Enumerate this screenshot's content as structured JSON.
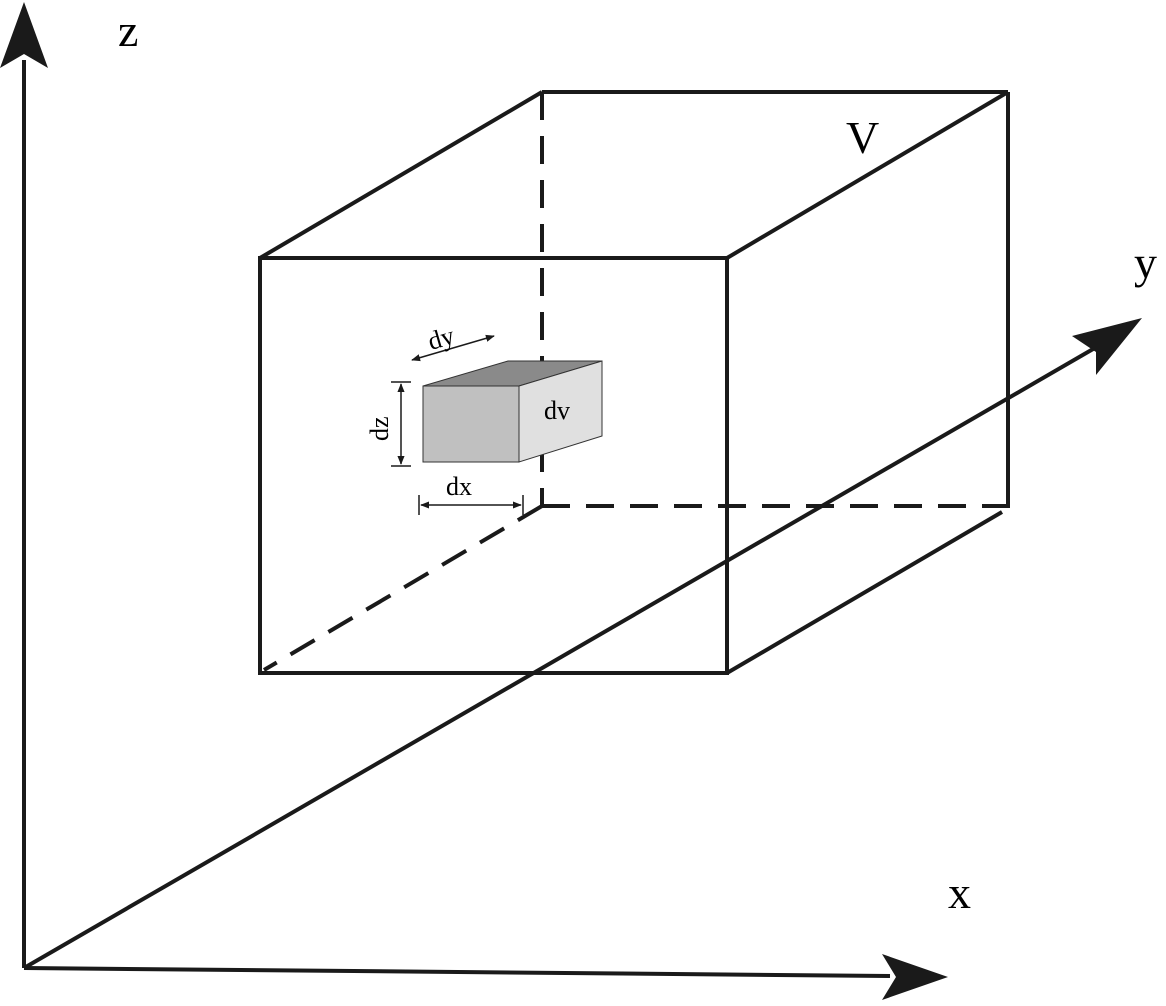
{
  "labels": {
    "axis_z": "z",
    "axis_y": "y",
    "axis_x": "x",
    "volume": "V",
    "element": "dv",
    "dim_x": "dx",
    "dim_y": "dy",
    "dim_z": "dz"
  },
  "colors": {
    "line": "#1a1a1a",
    "element_front": "#c0c0c0",
    "element_top": "#8a8a8a",
    "element_side": "#e0e0e0",
    "background": "#ffffff"
  }
}
